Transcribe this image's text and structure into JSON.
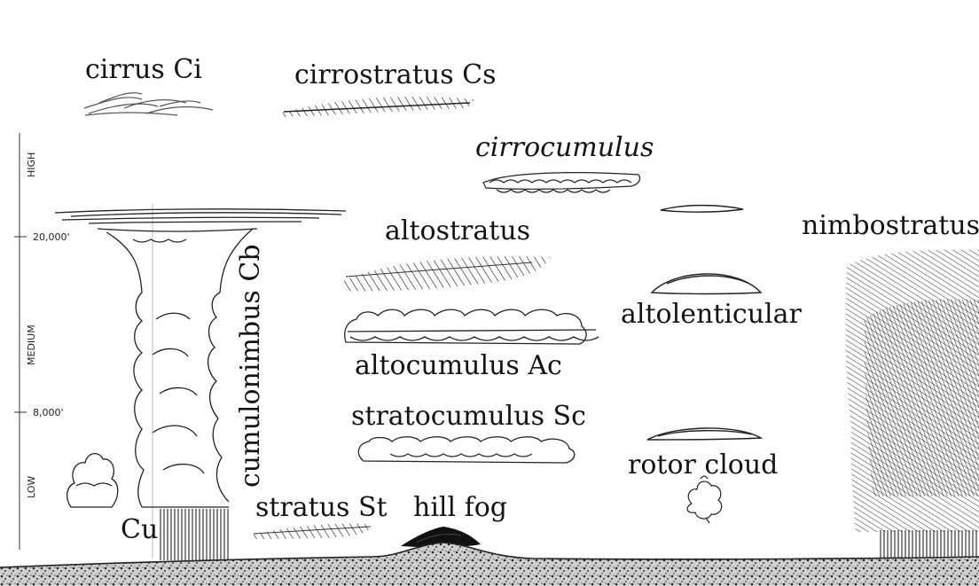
{
  "axis": {
    "bands": [
      "HIGH",
      "MEDIUM",
      "LOW"
    ],
    "ticks": [
      "20,000'",
      "8,000'"
    ]
  },
  "clouds": {
    "cirrus": "cirrus Ci",
    "cirrostratus": "cirrostratus Cs",
    "cirrocumulus": "cirrocumulus",
    "altostratus": "altostratus",
    "nimbostratus": "nimbostratus",
    "cumulonimbus": "cumulonimbus Cb",
    "altolenticular": "altolenticular",
    "altocumulus": "altocumulus Ac",
    "stratocumulus": "stratocumulus Sc",
    "rotor": "rotor cloud",
    "stratus": "stratus St",
    "hillfog": "hill fog",
    "cumulus": "Cu"
  }
}
